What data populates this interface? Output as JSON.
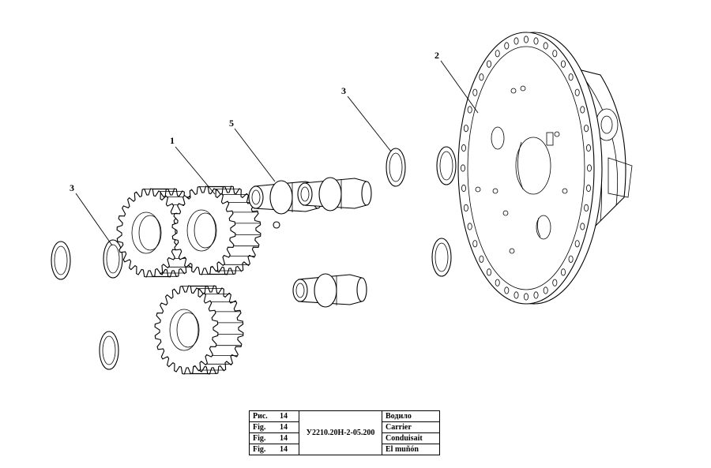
{
  "callouts": {
    "part1": "1",
    "part2": "2",
    "part3_left": "3",
    "part3_top": "3",
    "part5": "5"
  },
  "caption": {
    "code": "У2210.20Н-2-05.200",
    "rows": [
      {
        "label": "Рис.",
        "number": "14",
        "name": "Водило"
      },
      {
        "label": "Fig.",
        "number": "14",
        "name": "Carrier"
      },
      {
        "label": "Fig.",
        "number": "14",
        "name": "Conduisait"
      },
      {
        "label": "Fig.",
        "number": "14",
        "name": "El muñón"
      }
    ]
  }
}
